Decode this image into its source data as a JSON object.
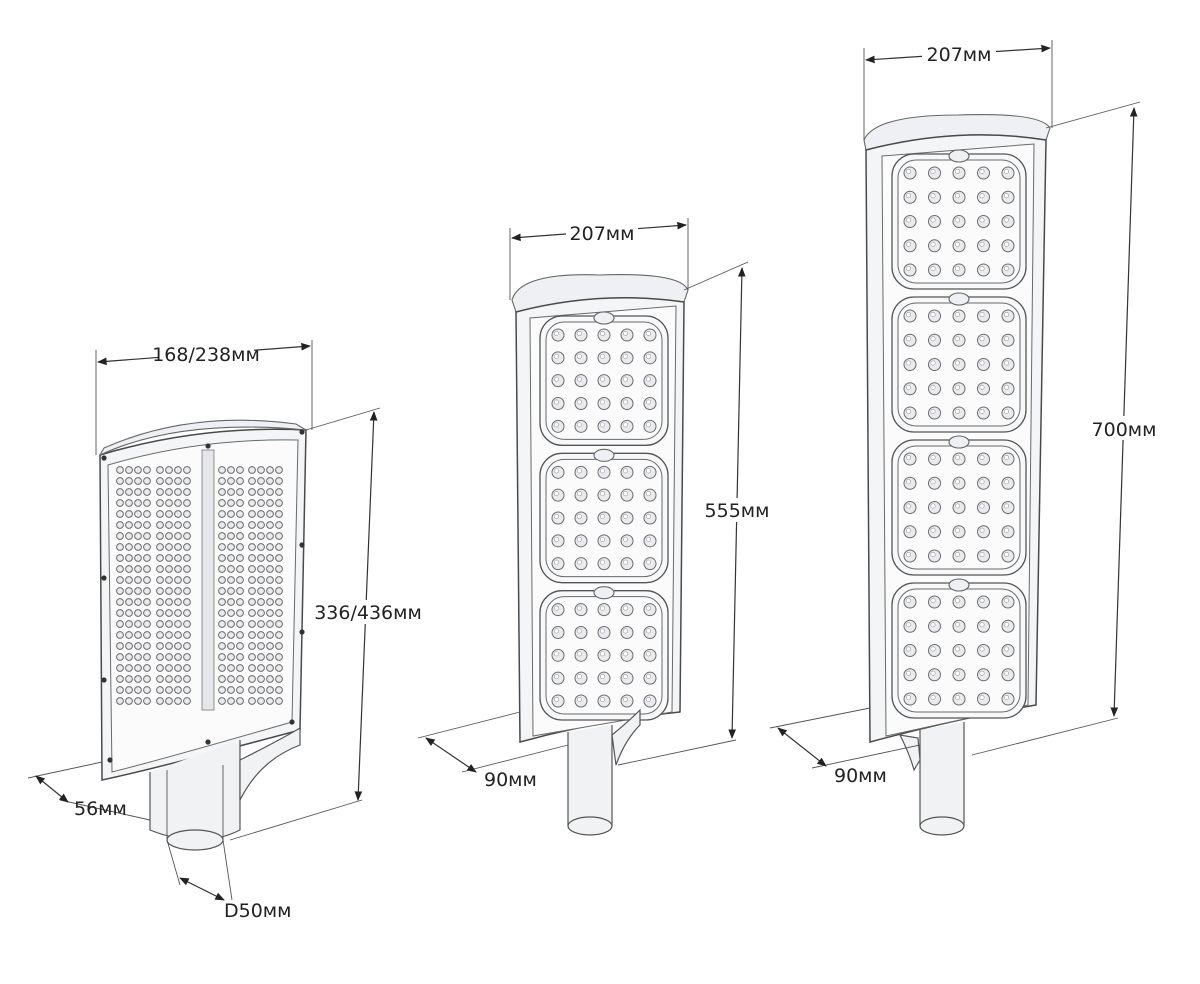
{
  "figure": {
    "labels": {
      "small_width": "168/238мм",
      "small_height": "336/436мм",
      "small_depth": "56мм",
      "small_pipe": "D50мм",
      "medium_width": "207мм",
      "medium_height": "555мм",
      "medium_depth": "90мм",
      "large_width": "207мм",
      "large_height": "700мм",
      "large_depth": "90мм"
    },
    "luminaires": [
      {
        "id": "small",
        "module_count": 2
      },
      {
        "id": "medium",
        "module_count": 3
      },
      {
        "id": "large",
        "module_count": 4
      }
    ],
    "colors": {
      "line": "#333333",
      "housing": "#f4f5f7",
      "led": "#e9ebee"
    }
  }
}
